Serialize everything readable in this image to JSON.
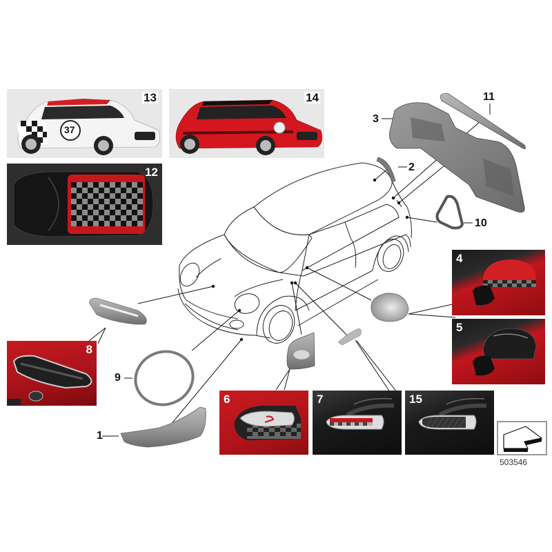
{
  "diagram": {
    "reference_code": "503546",
    "accent_colors": {
      "mini_red": "#c8161d",
      "chili_red_dark": "#8f0d12",
      "carbon_black": "#1c1c1c",
      "part_grey": "#8a8a8a",
      "photo_bg_light": "#e6e6e6"
    },
    "photos": [
      {
        "id": "13",
        "label": "13",
        "description": "White MINI with checkered side decal and #37 roundel",
        "roundel": "37"
      },
      {
        "id": "14",
        "label": "14",
        "description": "Red MINI with black roof and side stripes"
      },
      {
        "id": "12",
        "label": "12",
        "description": "Top view of black MINI with checkered roof graphic"
      },
      {
        "id": "4",
        "label": "4",
        "description": "Red mirror cap with checkered band"
      },
      {
        "id": "5",
        "label": "5",
        "description": "Carbon fibre mirror cap"
      },
      {
        "id": "8",
        "label": "8",
        "description": "Carbon bonnet scoop on red car"
      },
      {
        "id": "6",
        "label": "6",
        "description": "Side scuttle with checkered trim on red car"
      },
      {
        "id": "7",
        "label": "7",
        "description": "Side scuttle with red/checkered insert on black car"
      },
      {
        "id": "15",
        "label": "15",
        "description": "Side scuttle with carbon insert on black car"
      }
    ],
    "callouts": [
      {
        "id": "1",
        "label": "1",
        "part": "Front bumper trim strip"
      },
      {
        "id": "2",
        "label": "2",
        "part": "Rear spoiler trim"
      },
      {
        "id": "3",
        "label": "3",
        "part": "Rear diffuser / bumper insert"
      },
      {
        "id": "9",
        "label": "9",
        "part": "Headlight trim ring"
      },
      {
        "id": "10",
        "label": "10",
        "part": "Rear light trim ring"
      },
      {
        "id": "11",
        "label": "11",
        "part": "Rear spoiler strip"
      }
    ]
  }
}
